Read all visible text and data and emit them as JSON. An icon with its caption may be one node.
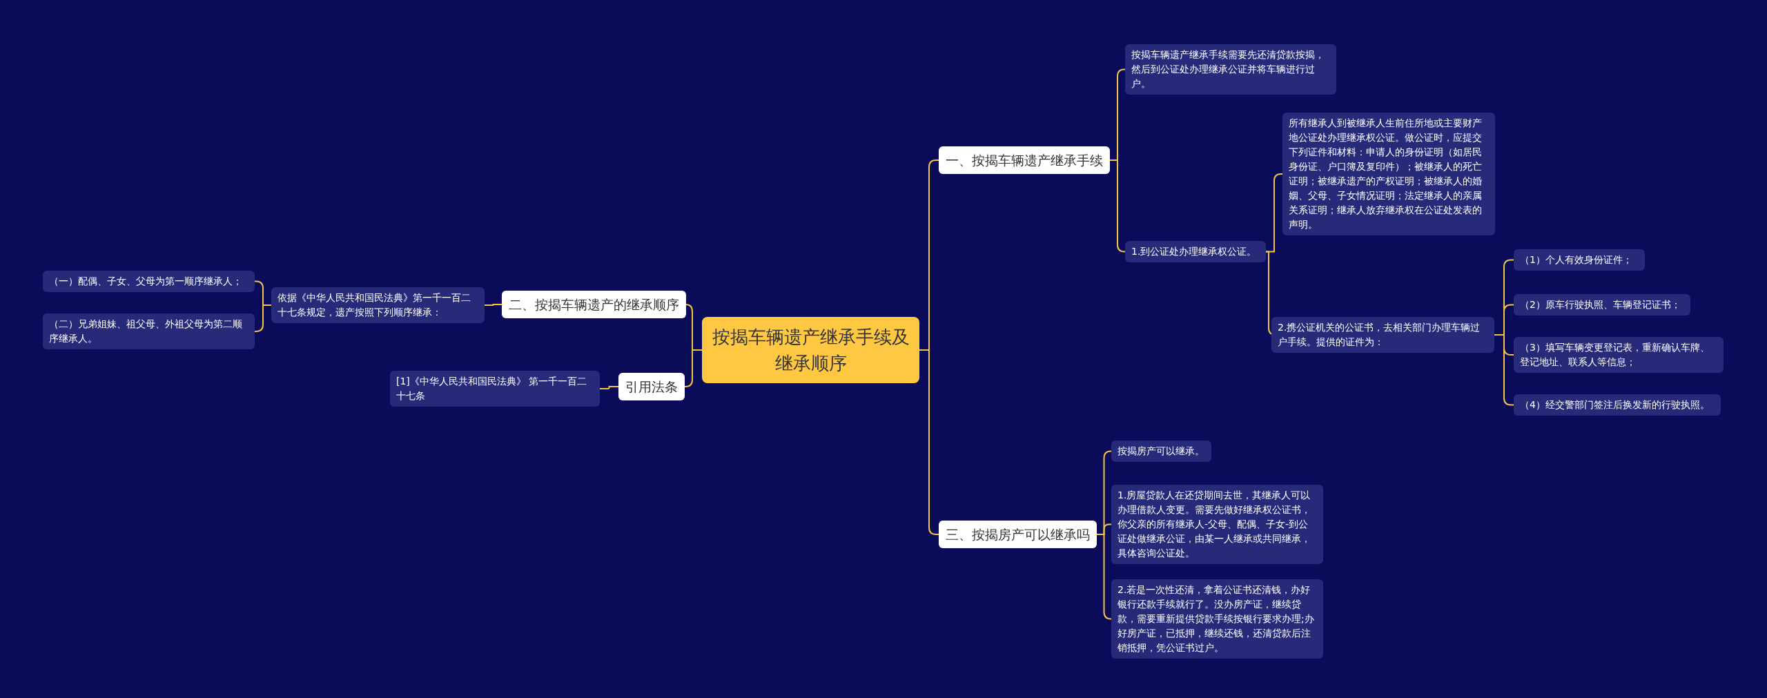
{
  "diagram": {
    "nodes": [
      {
        "text": [
          "按揭车辆遗产继承手续及继承顺序"
        ]
      },
      {
        "text": [
          "一、按揭车辆遗产继承手续"
        ]
      },
      {
        "text": [
          "按揭车辆遗产继承手续需要先还清贷款按揭，然后到公证处办理继承公证并将车辆进行过户。"
        ]
      },
      {
        "text": [
          "所有继承人到被继承人生前住所地或主要财产地公证处办理继承权公证。做公证时，应提交下列证件和材料：申请人的身份证明（如居民身份证、户口簿及复印件）；被继承人的死亡证明；被继承遗产的产权证明；被继承人的婚姻、父母、子女情况证明；法定继承人的亲属关系证明；继承人放弃继承权在公证处发表的声明。"
        ]
      },
      {
        "text": [
          "1.到公证处办理继承权公证。"
        ]
      },
      {
        "text": [
          "2.携公证机关的公证书，去相关部门办理车辆过户手续。提供的证件为："
        ]
      },
      {
        "text": [
          "（1）个人有效身份证件；"
        ]
      },
      {
        "text": [
          "（2）原车行驶执照、车辆登记证书；"
        ]
      },
      {
        "text": [
          "（3）填写车辆变更登记表，重新确认车牌、登记地址、联系人等信息；"
        ]
      },
      {
        "text": [
          "（4）经交警部门签注后换发新的行驶执照。"
        ]
      },
      {
        "text": [
          "三、按揭房产可以继承吗"
        ]
      },
      {
        "text": [
          "按揭房产可以继承。"
        ]
      },
      {
        "text": [
          "1.房屋贷款人在还贷期间去世，其继承人可以办理借款人变更。需要先做好继承权公证书，你父亲的所有继承人-父母、配偶、子女-到公证处做继承公证，由某一人继承或共同继承，具体咨询公证处。"
        ]
      },
      {
        "text": [
          "2.若是一次性还清，拿着公证书还清钱，办好银行还款手续就行了。没办房产证，继续贷款，需要重新提供贷款手续按银行要求办理;办好房产证，已抵押，继续还钱，还清贷款后注销抵押，凭公证书过户。"
        ]
      },
      {
        "text": [
          "二、按揭车辆遗产的继承顺序"
        ]
      },
      {
        "text": [
          "依据《中华人民共和国民法典》第一千一百二十七条规定，遗产按照下列顺序继承："
        ]
      },
      {
        "text": [
          "（一）配偶、子女、父母为第一顺序继承人；"
        ]
      },
      {
        "text": [
          "（二）兄弟姐妹、祖父母、外祖父母为第二顺序继承人。"
        ]
      },
      {
        "text": [
          "引用法条"
        ]
      },
      {
        "text": [
          "[1]《中华人民共和国民法典》 第一千一百二十七条"
        ]
      }
    ],
    "edges": [
      {
        "from": 0,
        "to": 1,
        "arrow": "none"
      },
      {
        "from": 1,
        "to": 2,
        "arrow": "none"
      },
      {
        "from": 1,
        "to": 4,
        "arrow": "none"
      },
      {
        "from": 4,
        "to": 3,
        "arrow": "none"
      },
      {
        "from": 4,
        "to": 5,
        "arrow": "none"
      },
      {
        "from": 5,
        "to": 6,
        "arrow": "none"
      },
      {
        "from": 5,
        "to": 7,
        "arrow": "none"
      },
      {
        "from": 5,
        "to": 8,
        "arrow": "none"
      },
      {
        "from": 5,
        "to": 9,
        "arrow": "none"
      },
      {
        "from": 0,
        "to": 10,
        "arrow": "none"
      },
      {
        "from": 10,
        "to": 11,
        "arrow": "none"
      },
      {
        "from": 10,
        "to": 12,
        "arrow": "none"
      },
      {
        "from": 10,
        "to": 13,
        "arrow": "none"
      },
      {
        "from": 0,
        "to": 14,
        "arrow": "none"
      },
      {
        "from": 14,
        "to": 15,
        "arrow": "none"
      },
      {
        "from": 15,
        "to": 16,
        "arrow": "none"
      },
      {
        "from": 15,
        "to": 17,
        "arrow": "none"
      },
      {
        "from": 0,
        "to": 18,
        "arrow": "none"
      },
      {
        "from": 18,
        "to": 19,
        "arrow": "none"
      }
    ]
  }
}
